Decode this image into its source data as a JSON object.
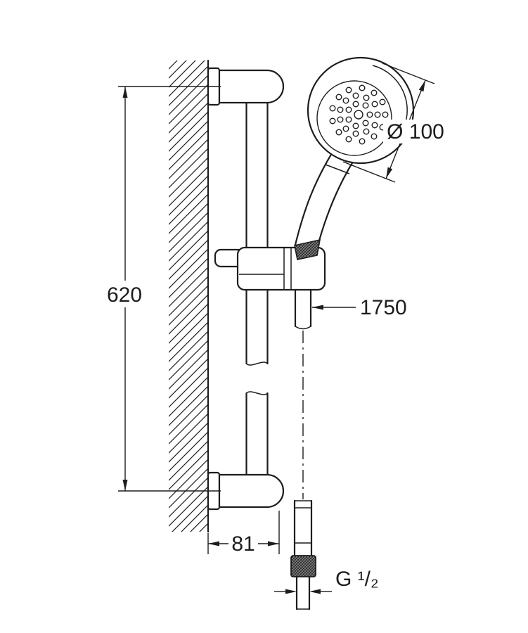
{
  "drawing": {
    "type": "technical-dimension-drawing",
    "subject": "shower rail set with hand shower and hose, side view on wall",
    "dimensions": {
      "rail_height": "620",
      "head_diameter": "Ø 100",
      "hose_length": "1750",
      "wall_offset": "81",
      "thread_size": "G ¹/₂"
    },
    "colors": {
      "line": "#1d1d1b",
      "background": "#ffffff"
    }
  }
}
